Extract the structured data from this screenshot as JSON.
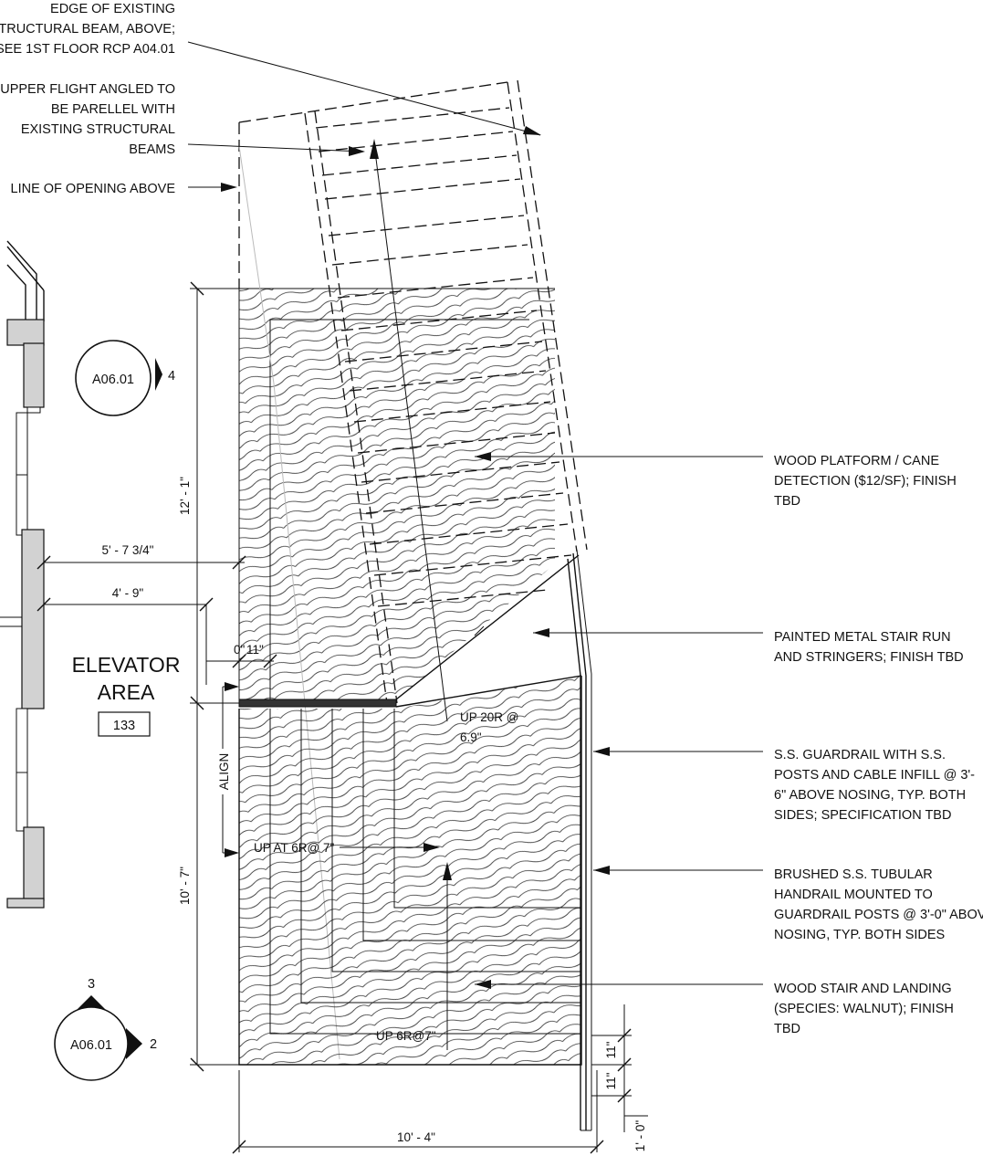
{
  "notes_left": {
    "beam_edge": [
      "EDGE OF EXISTING",
      "STRUCTURAL BEAM, ABOVE;",
      "SEE 1ST FLOOR  RCP A04.01"
    ],
    "upper_flight": [
      "UPPER FLIGHT ANGLED TO",
      "BE PARELLEL WITH",
      "EXISTING STRUCTURAL",
      "BEAMS"
    ],
    "opening": [
      "LINE OF OPENING ABOVE"
    ]
  },
  "notes_right": {
    "wood_platform": [
      "WOOD PLATFORM / CANE",
      "DETECTION ($12/SF); FINISH",
      "TBD"
    ],
    "metal_stair": [
      "PAINTED METAL STAIR RUN",
      "AND STRINGERS; FINISH TBD"
    ],
    "guardrail": [
      "S.S. GUARDRAIL WITH S.S.",
      "POSTS AND CABLE INFILL @ 3'-",
      "6\" ABOVE NOSING, TYP. BOTH",
      "SIDES; SPECIFICATION TBD"
    ],
    "handrail": [
      "BRUSHED S.S. TUBULAR",
      "HANDRAIL MOUNTED TO",
      "GUARDRAIL POSTS @ 3'-0\" ABOVE",
      "NOSING, TYP. BOTH SIDES"
    ],
    "wood_stair": [
      "WOOD STAIR AND LANDING",
      "(SPECIES: WALNUT); FINISH",
      "TBD"
    ]
  },
  "room": {
    "name_line1": "ELEVATOR",
    "name_line2": "AREA",
    "number": "133"
  },
  "section_tags": {
    "top": {
      "sheet": "A06.01",
      "number": "4"
    },
    "bottom": {
      "sheet": "A06.01",
      "number_top": "3",
      "number_right": "2"
    }
  },
  "dimensions": {
    "upper_height": "12' - 1\"",
    "lower_height": "10' - 7\"",
    "width_1": "5' - 7 3/4\"",
    "width_2": "4' - 9\"",
    "offset": "0\"",
    "offset_2": "11\"",
    "align": "ALIGN",
    "bottom_width": "10' - 4\"",
    "rail_1": "11\"",
    "rail_2": "11\"",
    "rail_3": "1' - 0\""
  },
  "stair_labels": {
    "upper": [
      "UP 20R @",
      "6.9\""
    ],
    "middle": "UP AT 6R@  7\"",
    "lower": "UP 6R@7\""
  }
}
